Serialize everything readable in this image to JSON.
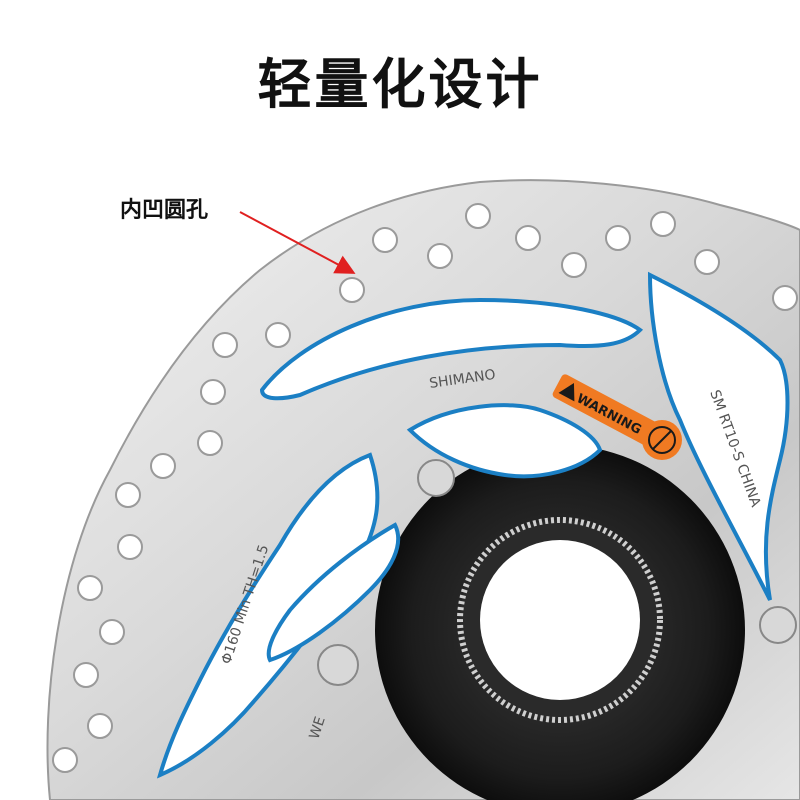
{
  "header": {
    "title": "轻量化设计"
  },
  "callout": {
    "label": "内凹圆孔"
  },
  "rotor": {
    "brand": "SHIMANO",
    "warning": "WARNING",
    "model": "SM RT10-S CHINA",
    "spec": "Φ160 Min TH=1.5",
    "side_mark": "WE"
  },
  "colors": {
    "accent_outline": "#1b7fc4",
    "warning_orange": "#f07a22",
    "arrow_red": "#e02020"
  }
}
